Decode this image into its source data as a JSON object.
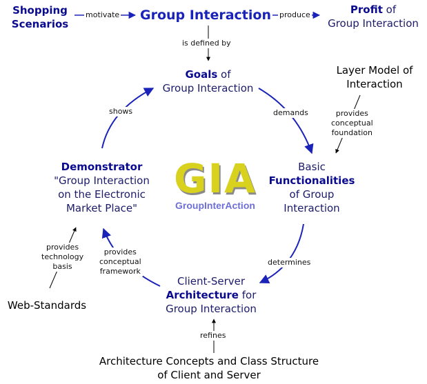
{
  "nodes": {
    "shopping": {
      "line1": "Shopping",
      "line2": "Scenarios"
    },
    "group_interaction": {
      "label": "Group Interaction"
    },
    "profit": {
      "bold": "Profit",
      "rest": " of",
      "line2": "Group Interaction"
    },
    "goals": {
      "bold": "Goals",
      "rest": " of",
      "line2": "Group Interaction"
    },
    "layer_model": {
      "line1": "Layer Model of",
      "line2": "Interaction"
    },
    "basic": {
      "line1": "Basic",
      "bold": "Functionalities",
      "line3": "of Group",
      "line4": "Interaction"
    },
    "demonstrator": {
      "bold": "Demonstrator",
      "line2": "\"Group Interaction",
      "line3": "on the Electronic",
      "line4": "Market Place\""
    },
    "client_server": {
      "line1": "Client-Server",
      "bold": "Architecture",
      "rest": " for",
      "line3": "Group Interaction"
    },
    "web_standards": {
      "label": "Web-Standards"
    },
    "arch_concepts": {
      "line1": "Architecture Concepts and Class Structure",
      "line2": "of Client and Server"
    }
  },
  "edges": {
    "motivate": "motivate",
    "produce": "produce",
    "is_defined_by": "is defined by",
    "shows": "shows",
    "demands": "demands",
    "provides_conceptual_foundation": {
      "l1": "provides",
      "l2": "conceptual",
      "l3": "foundation"
    },
    "determines": "determines",
    "provides_technology_basis": {
      "l1": "provides",
      "l2": "technology",
      "l3": "basis"
    },
    "provides_conceptual_framework": {
      "l1": "provides",
      "l2": "conceptual",
      "l3": "framework"
    },
    "refines": "refines"
  },
  "logo": {
    "word": "GIA",
    "sub": "GroupInterAction"
  },
  "colors": {
    "arrow_blue": "#1a23b8",
    "arrow_black": "#000000",
    "logo_yellow": "#d8d21f",
    "logo_sub": "#6d6fd6"
  }
}
